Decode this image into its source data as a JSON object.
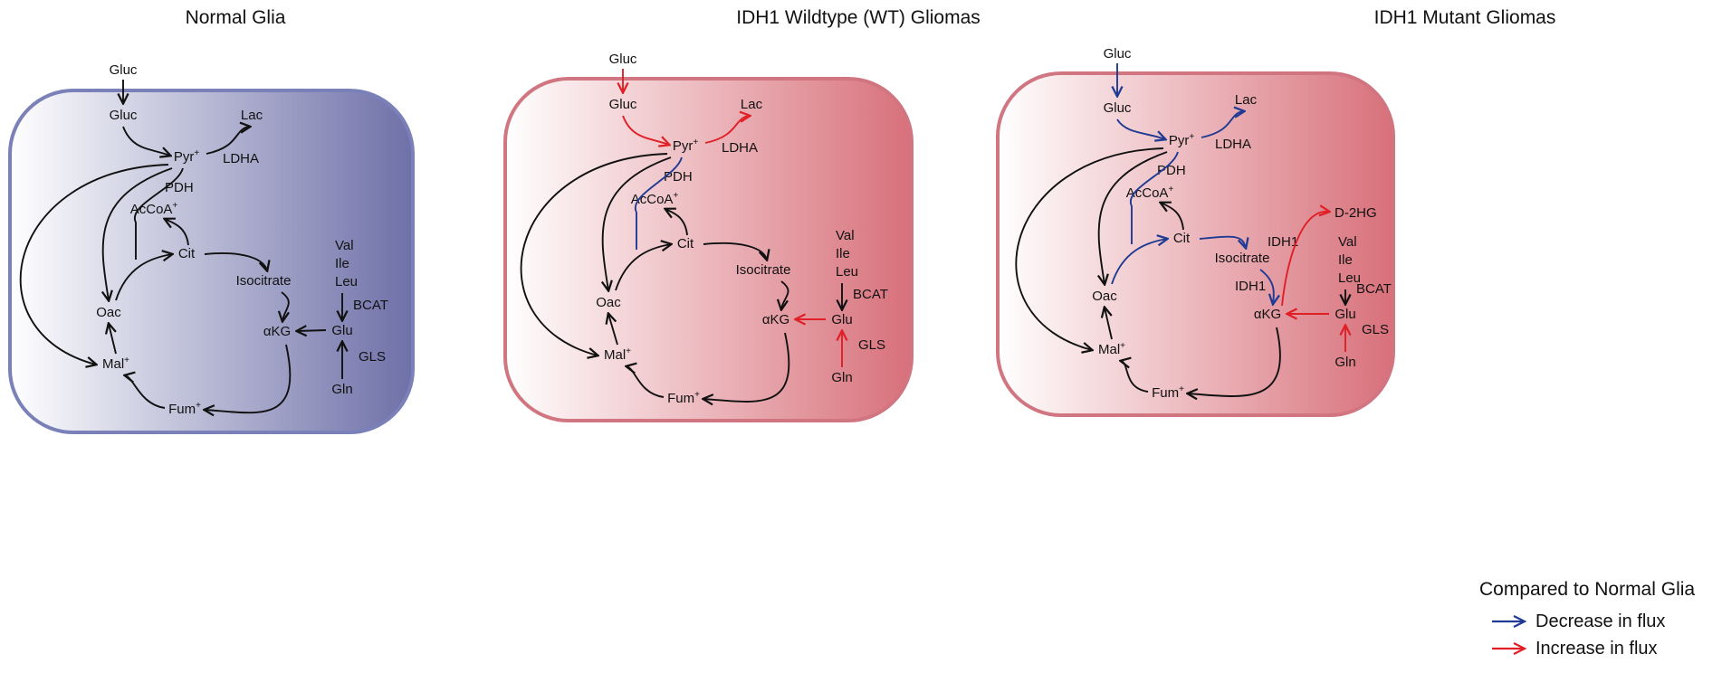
{
  "panels": [
    {
      "title": "Normal Glia",
      "theme": "blue"
    },
    {
      "title": "IDH1 Wildtype (WT) Gliomas",
      "theme": "red"
    },
    {
      "title": "IDH1 Mutant Gliomas",
      "theme": "red"
    }
  ],
  "nodes": {
    "gluc_out": "Gluc",
    "gluc": "Gluc",
    "pyr": "Pyr",
    "lac": "Lac",
    "ldha": "LDHA",
    "pdh": "PDH",
    "accoa": "AcCoA",
    "cit": "Cit",
    "isocitrate": "Isocitrate",
    "oac": "Oac",
    "mal": "Mal",
    "fum": "Fum",
    "akg": "αKG",
    "glu": "Glu",
    "gln": "Gln",
    "gls": "GLS",
    "bcat": "BCAT",
    "val": "Val",
    "ile": "Ile",
    "leu": "Leu",
    "d2hg": "D-2HG",
    "idh1": "IDH1",
    "plus": "+"
  },
  "legend": {
    "title": "Compared to Normal Glia",
    "decrease": "Decrease in flux",
    "increase": "Increase in flux"
  },
  "colors": {
    "blue_box_border": "#7a80b8",
    "blue_box_fill": "#6e70a8",
    "red_box_border": "#d17581",
    "red_box_fill": "#d8707a",
    "decrease_arrow": "#1f3a93",
    "increase_arrow": "#e01f26",
    "neutral_arrow": "#111111"
  }
}
